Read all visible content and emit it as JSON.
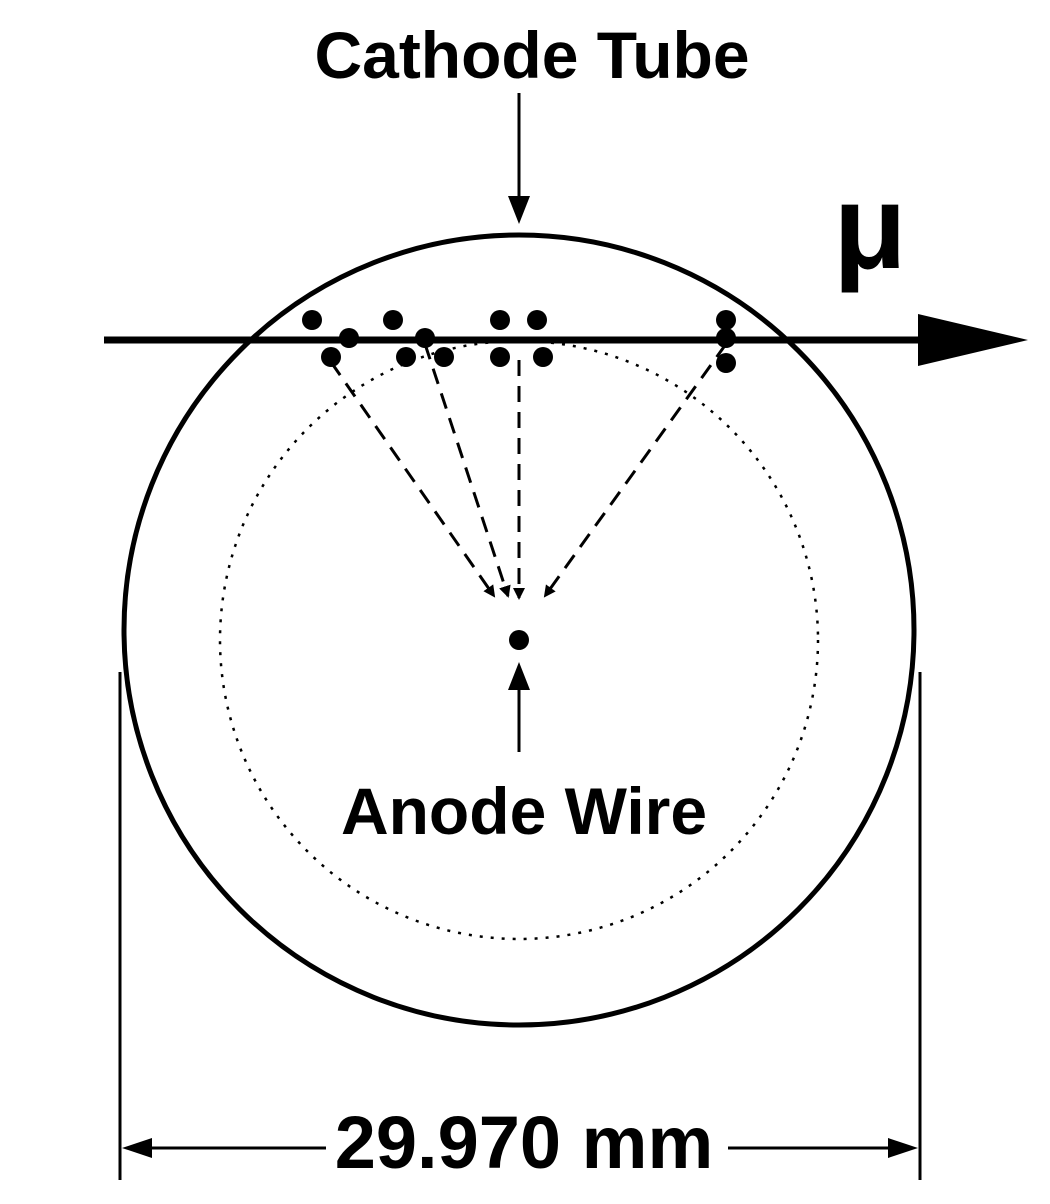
{
  "labels": {
    "cathode": "Cathode Tube",
    "muon": "μ",
    "anode": "Anode Wire",
    "diameter": "29.970 mm"
  },
  "colors": {
    "ink": "#000000",
    "background": "#ffffff"
  }
}
